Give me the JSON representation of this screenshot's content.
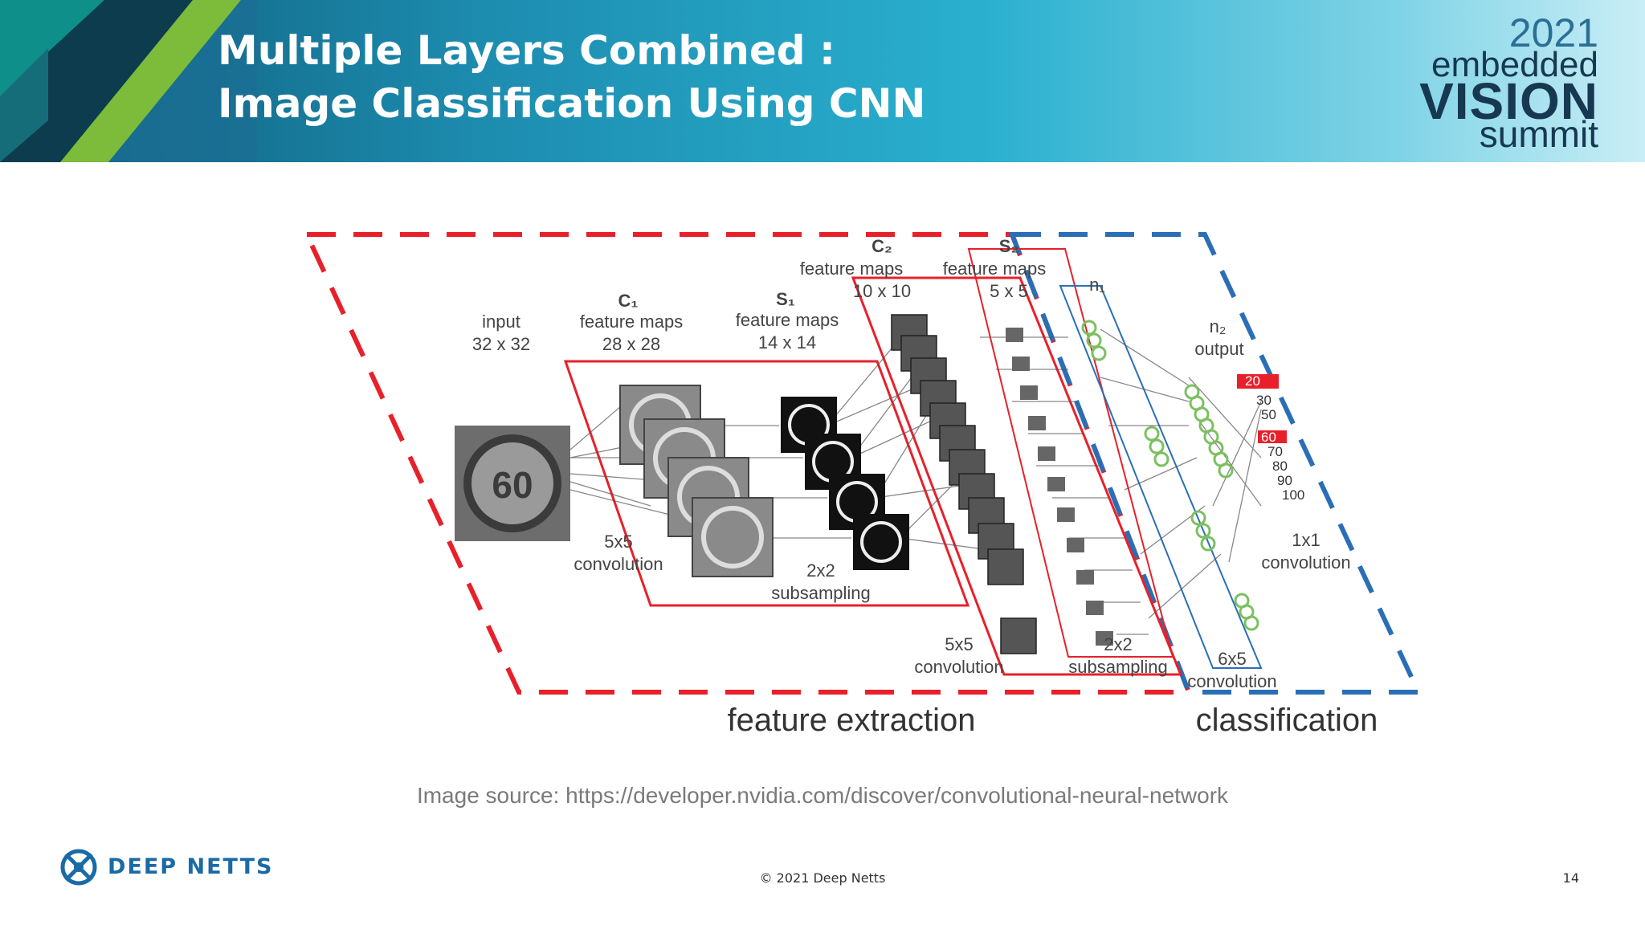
{
  "slide": {
    "title_line1": "Multiple Layers Combined :",
    "title_line2": "Image Classification Using CNN",
    "page_number": "14",
    "copyright": "© 2021 Deep Netts"
  },
  "event_logo": {
    "year": "2021",
    "line1": "embedded",
    "line2": "VISION",
    "line3": "summit"
  },
  "brand": {
    "name": "DEEP NETTS"
  },
  "caption": "Image source: https://developer.nvidia.com/discover/convolutional-neural-network",
  "diagram": {
    "input_label": "input",
    "input_size": "32 x 32",
    "input_sign_text": "60",
    "c1_title": "C₁",
    "c1_label": "feature maps",
    "c1_size": "28 x 28",
    "s1_title": "S₁",
    "s1_label": "feature maps",
    "s1_size": "14 x 14",
    "c2_title": "C₂",
    "c2_label": "feature maps",
    "c2_size": "10 x 10",
    "s2_title": "S₂",
    "s2_label": "feature maps",
    "s2_size": "5 x 5",
    "n1_label": "n₁",
    "n2_label": "n₂",
    "output_label": "output",
    "conv1_kernel": "5x5",
    "conv1_label": "convolution",
    "sub1_kernel": "2x2",
    "sub1_label": "subsampling",
    "conv2_kernel": "5x5",
    "conv2_label": "convolution",
    "sub2_kernel": "2x2",
    "sub2_label": "subsampling",
    "conv3_kernel": "6x5",
    "conv3_label": "convolution",
    "conv4_kernel": "1x1",
    "conv4_label": "convolution",
    "output_values": [
      "20",
      "30",
      "50",
      "60",
      "70",
      "80",
      "90",
      "100"
    ],
    "section_feature_extraction": "feature extraction",
    "section_classification": "classification",
    "colors": {
      "feature_extraction_border": "#e8202a",
      "classification_border": "#2a6fb5",
      "highlight": "#e8202a"
    }
  }
}
